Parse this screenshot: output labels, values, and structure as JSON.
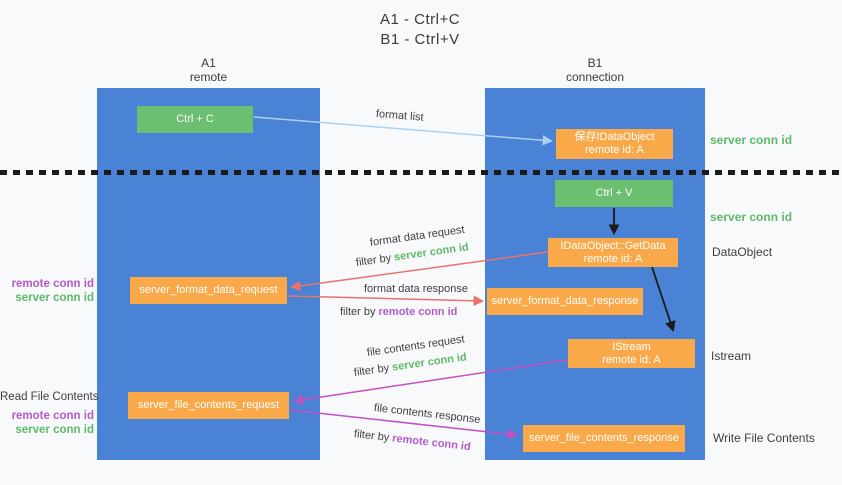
{
  "title": {
    "line1": "A1 - Ctrl+C",
    "line2": "B1 - Ctrl+V"
  },
  "lanes": {
    "left": {
      "name": "A1",
      "subtitle": "remote"
    },
    "right": {
      "name": "B1",
      "subtitle": "connection"
    }
  },
  "nodes": {
    "ctrl_c": "Ctrl + C",
    "ctrl_v": "Ctrl + V",
    "save_dataobject": {
      "line1": "保存IDataObject",
      "line2": "remote id: A"
    },
    "getdata": {
      "line1": "IDataObject::GetData",
      "line2": "remote id: A"
    },
    "istream": {
      "line1": "IStream",
      "line2": "remote id: A"
    },
    "format_request": "server_format_data_request",
    "format_response": "server_format_data_response",
    "file_request": "server_file_contents_request",
    "file_response": "server_file_contents_response"
  },
  "arrow_labels": {
    "format_list": "format list",
    "format_data_request": "format data request",
    "format_data_response": "format data response",
    "file_contents_request": "file contents request",
    "file_contents_response": "file contents response",
    "filter_by": "filter by ",
    "server_conn_id": "server conn id",
    "remote_conn_id": "remote conn id"
  },
  "side_labels": {
    "right_top_server_conn_id": "server conn id",
    "right_mid_server_conn_id": "server conn id",
    "dataobject": "DataObject",
    "istream": "Istream",
    "write_file_contents": "Write File Contents",
    "left_remote_conn_id_top": "remote conn id",
    "left_server_conn_id_top": "server conn id",
    "read_file_contents": "Read File Contents",
    "left_remote_conn_id_bottom": "remote conn id",
    "left_server_conn_id_bottom": "server conn id"
  },
  "colors": {
    "lane_blue": "#4a82d6",
    "node_orange": "#f9a94a",
    "node_green": "#6cbf70",
    "arrow_light_blue": "#a9d3f1",
    "arrow_red": "#e8736b",
    "arrow_magenta": "#c351c3",
    "arrow_black": "#1a1a1a",
    "text_green": "#5fba68",
    "text_purple": "#b35bc9",
    "text_dark": "#3d4043",
    "background": "#f8f9fa"
  }
}
